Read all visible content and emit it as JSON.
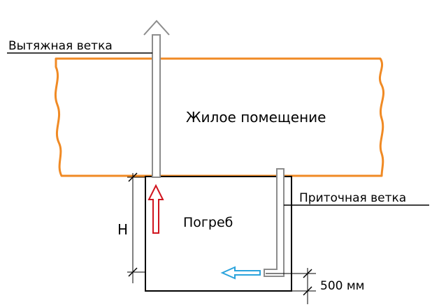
{
  "labels": {
    "exhaust_branch": "Вытяжная ветка",
    "living_room": "Жилое помещение",
    "supply_branch": "Приточная ветка",
    "cellar": "Погреб",
    "height": "H",
    "distance": "500 мм"
  },
  "colors": {
    "floor_outline": "#f08a24",
    "pipe": "#8c8c8c",
    "outline": "#000000",
    "exhaust_arrow": "#d0141e",
    "supply_arrow": "#2aa3dc"
  }
}
